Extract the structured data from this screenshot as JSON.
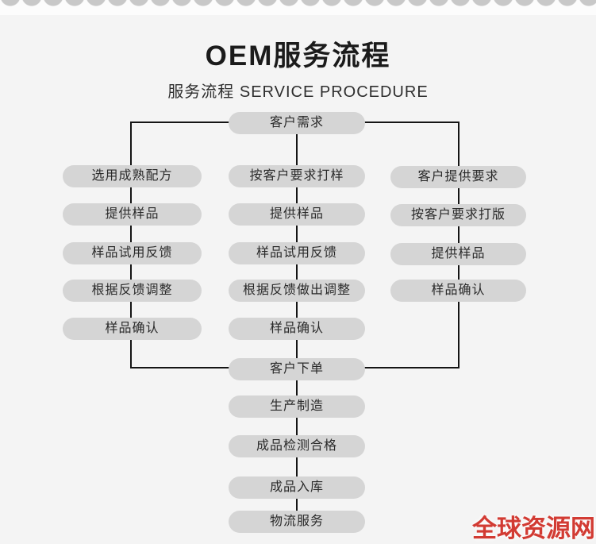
{
  "header": {
    "title": "OEM服务流程",
    "subtitle": "服务流程 SERVICE PROCEDURE"
  },
  "flow": {
    "top": "客户需求",
    "left_column": [
      "选用成熟配方",
      "提供样品",
      "样品试用反馈",
      "根据反馈调整",
      "样品确认"
    ],
    "middle_column": [
      "按客户要求打样",
      "提供样品",
      "样品试用反馈",
      "根据反馈做出调整",
      "样品确认"
    ],
    "right_column": [
      "客户提供要求",
      "按客户要求打版",
      "提供样品",
      "样品确认"
    ],
    "bottom_chain": [
      "客户下单",
      "生产制造",
      "成品检测合格",
      "成品入库",
      "物流服务"
    ]
  },
  "watermark": {
    "text": "全球资源网",
    "color": "#d23b33"
  },
  "colors": {
    "page_bg": "#f4f4f4",
    "node_bg": "#d5d5d5",
    "node_text": "#2a2a2a",
    "connector_line": "#141414",
    "torn_edge_shadow": "#c8c8c8",
    "torn_edge_paper": "#fcfcfc"
  }
}
